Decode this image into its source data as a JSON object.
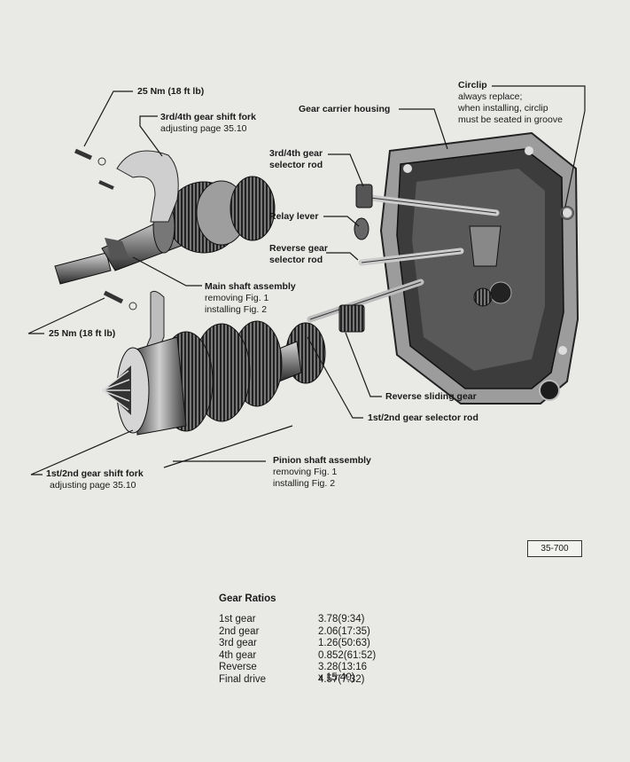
{
  "labels": {
    "torque_top": "25 Nm (18 ft lb)",
    "fork_34_title": "3rd/4th gear shift fork",
    "fork_34_sub": "adjusting page 35.10",
    "gear_carrier_housing": "Gear carrier housing",
    "circlip_title": "Circlip",
    "circlip_l1": "always replace;",
    "circlip_l2": "when installing, circlip",
    "circlip_l3": "must be seated in groove",
    "rod_34_l1": "3rd/4th gear",
    "rod_34_l2": "selector rod",
    "relay_lever": "Relay lever",
    "rev_rod_l1": "Reverse gear",
    "rev_rod_l2": "selector rod",
    "main_shaft_title": "Main shaft assembly",
    "main_shaft_l1": "removing Fig. 1",
    "main_shaft_l2": "installing Fig. 2",
    "torque_mid": "25 Nm (18 ft lb)",
    "reverse_sliding_gear": "Reverse sliding gear",
    "rod_12": "1st/2nd gear selector rod",
    "fork_12_title": "1st/2nd gear shift fork",
    "fork_12_sub": "adjusting page 35.10",
    "pinion_title": "Pinion shaft assembly",
    "pinion_l1": "removing Fig. 1",
    "pinion_l2": "installing Fig. 2"
  },
  "figure_ref": "35-700",
  "gear_ratios": {
    "title": "Gear Ratios",
    "rows": [
      {
        "gear": "1st gear",
        "ratio": "3.78(9:34)"
      },
      {
        "gear": "2nd gear",
        "ratio": "2.06(17:35)"
      },
      {
        "gear": "3rd gear",
        "ratio": "1.26(50:63)"
      },
      {
        "gear": "4th gear",
        "ratio": "0.852(61:52)"
      },
      {
        "gear": "Reverse",
        "ratio": "3.28(13:16 x 15:40)"
      },
      {
        "gear": "Final drive",
        "ratio": "4.57(7:32)"
      }
    ]
  }
}
